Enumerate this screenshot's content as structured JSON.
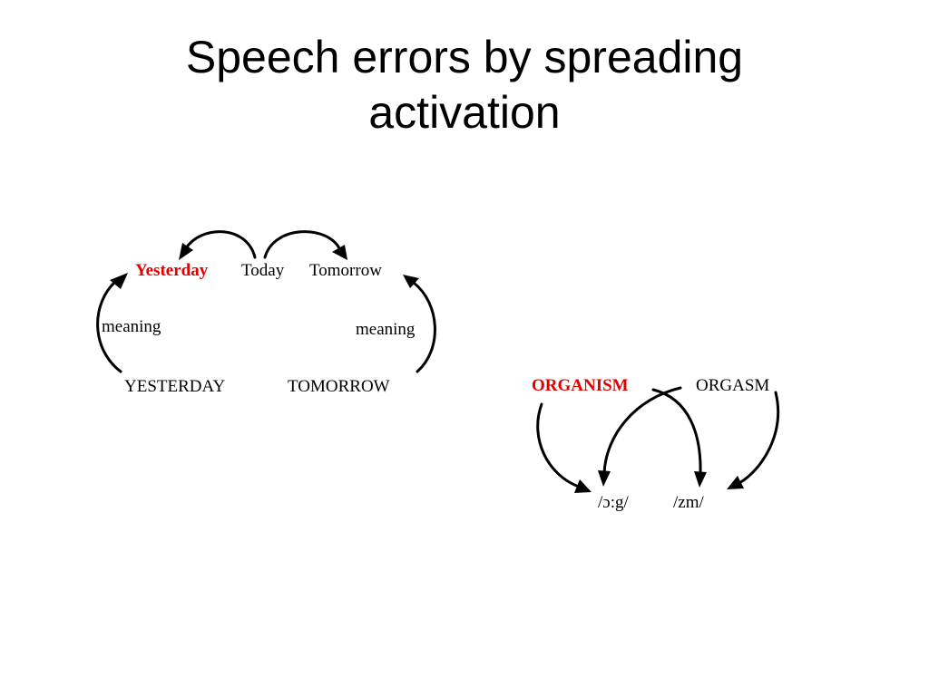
{
  "slide": {
    "title_line1": "Speech errors by spreading",
    "title_line2": "activation"
  },
  "left_diagram": {
    "words": {
      "yesterday": "Yesterday",
      "today": "Today",
      "tomorrow": "Tomorrow"
    },
    "concepts": {
      "yesterday": "YESTERDAY",
      "tomorrow": "TOMORROW"
    },
    "link_labels": {
      "left": "meaning",
      "right": "meaning"
    }
  },
  "right_diagram": {
    "words": {
      "organism": "ORGANISM",
      "orgasm": "ORGASM"
    },
    "phonemes": {
      "first": "/ɔ:g/",
      "second": "/zm/"
    }
  },
  "colors": {
    "highlight": "#e00000",
    "text": "#000000",
    "background": "#ffffff"
  }
}
